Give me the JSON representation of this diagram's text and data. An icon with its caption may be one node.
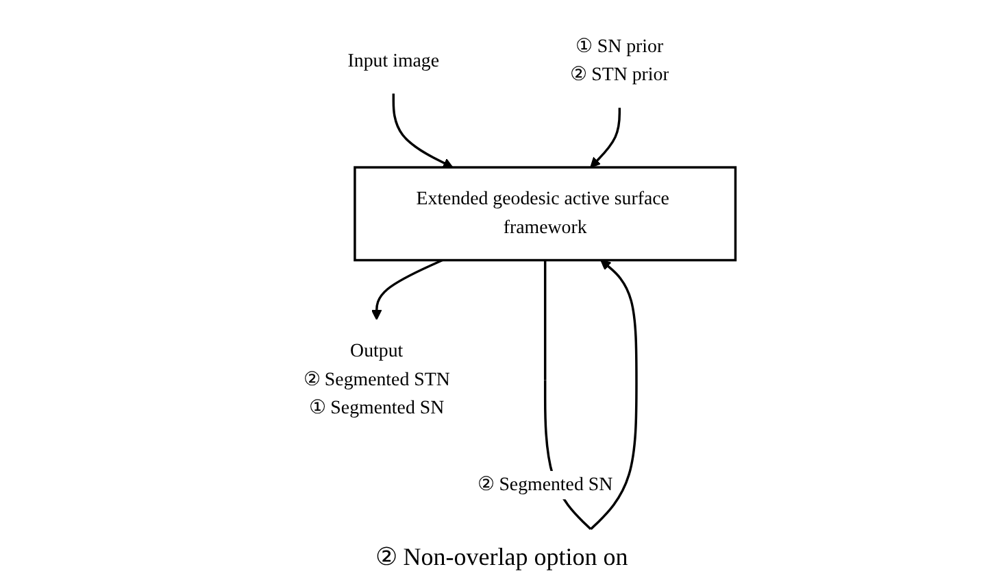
{
  "diagram": {
    "nodes": [
      {
        "text": [
          "Input image"
        ]
      },
      {
        "text": [
          "① SN prior",
          "② STN prior"
        ]
      },
      {
        "text": [
          "Extended geodesic active surface framework"
        ]
      },
      {
        "text": [
          "Output"
        ],
        "beside": [
          "② Segmented STN",
          "① Segmented SN"
        ]
      }
    ],
    "edges": [
      {
        "from": 0,
        "to": 2,
        "arrow": "to"
      },
      {
        "from": 1,
        "to": 2,
        "arrow": "to"
      },
      {
        "from": 2,
        "to": 2,
        "arrow": "to",
        "label": "② Segmented SN"
      },
      {
        "from": 2,
        "to": 3,
        "arrow": "to"
      }
    ],
    "labels": [
      "② Non-overlap option on"
    ]
  }
}
